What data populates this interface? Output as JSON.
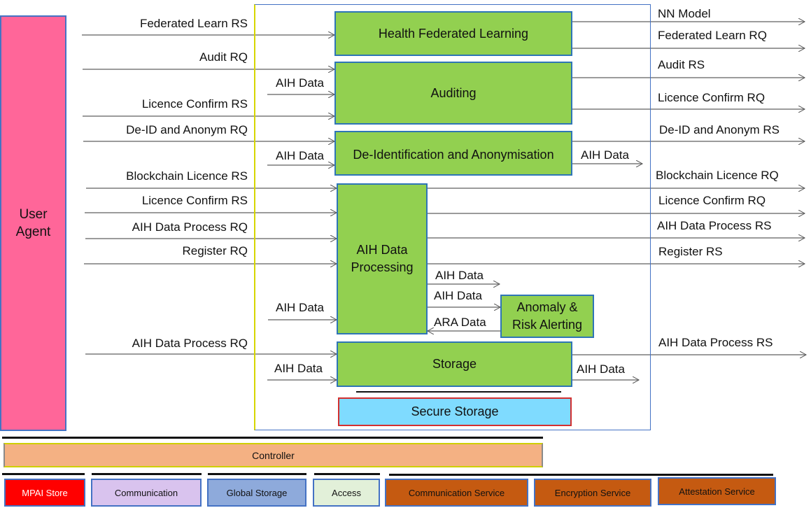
{
  "user_agent": {
    "label_line1": "User",
    "label_line2": "Agent"
  },
  "blocks": {
    "health_federated_learning": "Health Federated Learning",
    "auditing": "Auditing",
    "deidentification": "De-Identification and Anonymisation",
    "aih_data_processing_line1": "AIH Data",
    "aih_data_processing_line2": "Processing",
    "anomaly_line1": "Anomaly &",
    "anomaly_line2": "Risk Alerting",
    "storage": "Storage",
    "secure_storage": "Secure Storage"
  },
  "inputs_left": [
    "Federated Learn RS",
    "Audit RQ",
    "Licence Confirm RS",
    "De-ID and Anonym RQ",
    "Blockchain Licence RS",
    "Licence Confirm RS",
    "AIH Data Process RQ",
    "Register RQ",
    "AIH Data Process  RQ"
  ],
  "outputs_right": [
    "NN Model",
    "Federated Learn RQ",
    "Audit RS",
    "Licence Confirm RQ",
    "De-ID and Anonym RS",
    "Blockchain Licence RQ",
    "Licence Confirm RQ",
    "AIH Data Process RS",
    "Register RS",
    "AIH Data Process RS"
  ],
  "internal_labels": {
    "aih_data_to_auditing": "AIH Data",
    "aih_data_to_deid": "AIH Data",
    "aih_data_from_deid": "AIH Data",
    "aih_data_to_processing": "AIH Data",
    "aih_data_out_processing": "AIH Data",
    "aih_data_to_anomaly": "AIH Data",
    "ara_data": "ARA Data",
    "aih_data_to_storage": "AIH Data",
    "aih_data_from_storage": "AIH Data"
  },
  "controller": "Controller",
  "services": [
    {
      "label": "MPAI Store",
      "color": "#ff0000",
      "text_color": "#ffffff"
    },
    {
      "label": "Communication",
      "color": "#d9c3ee",
      "text_color": "#111111"
    },
    {
      "label": "Global Storage",
      "color": "#8eaadb",
      "text_color": "#111111"
    },
    {
      "label": "Access",
      "color": "#e2f0d9",
      "text_color": "#111111"
    },
    {
      "label": "Communication Service",
      "color": "#c55a11",
      "text_color": "#111111"
    },
    {
      "label": "Encryption Service",
      "color": "#c55a11",
      "text_color": "#111111"
    },
    {
      "label": "Attestation Service",
      "color": "#c55a11",
      "text_color": "#111111"
    }
  ],
  "colors": {
    "block_green": "#92d050",
    "user_agent_pink": "#ff6699",
    "secure_storage_blue": "#7fdbff",
    "controller_orange": "#f4b183"
  }
}
